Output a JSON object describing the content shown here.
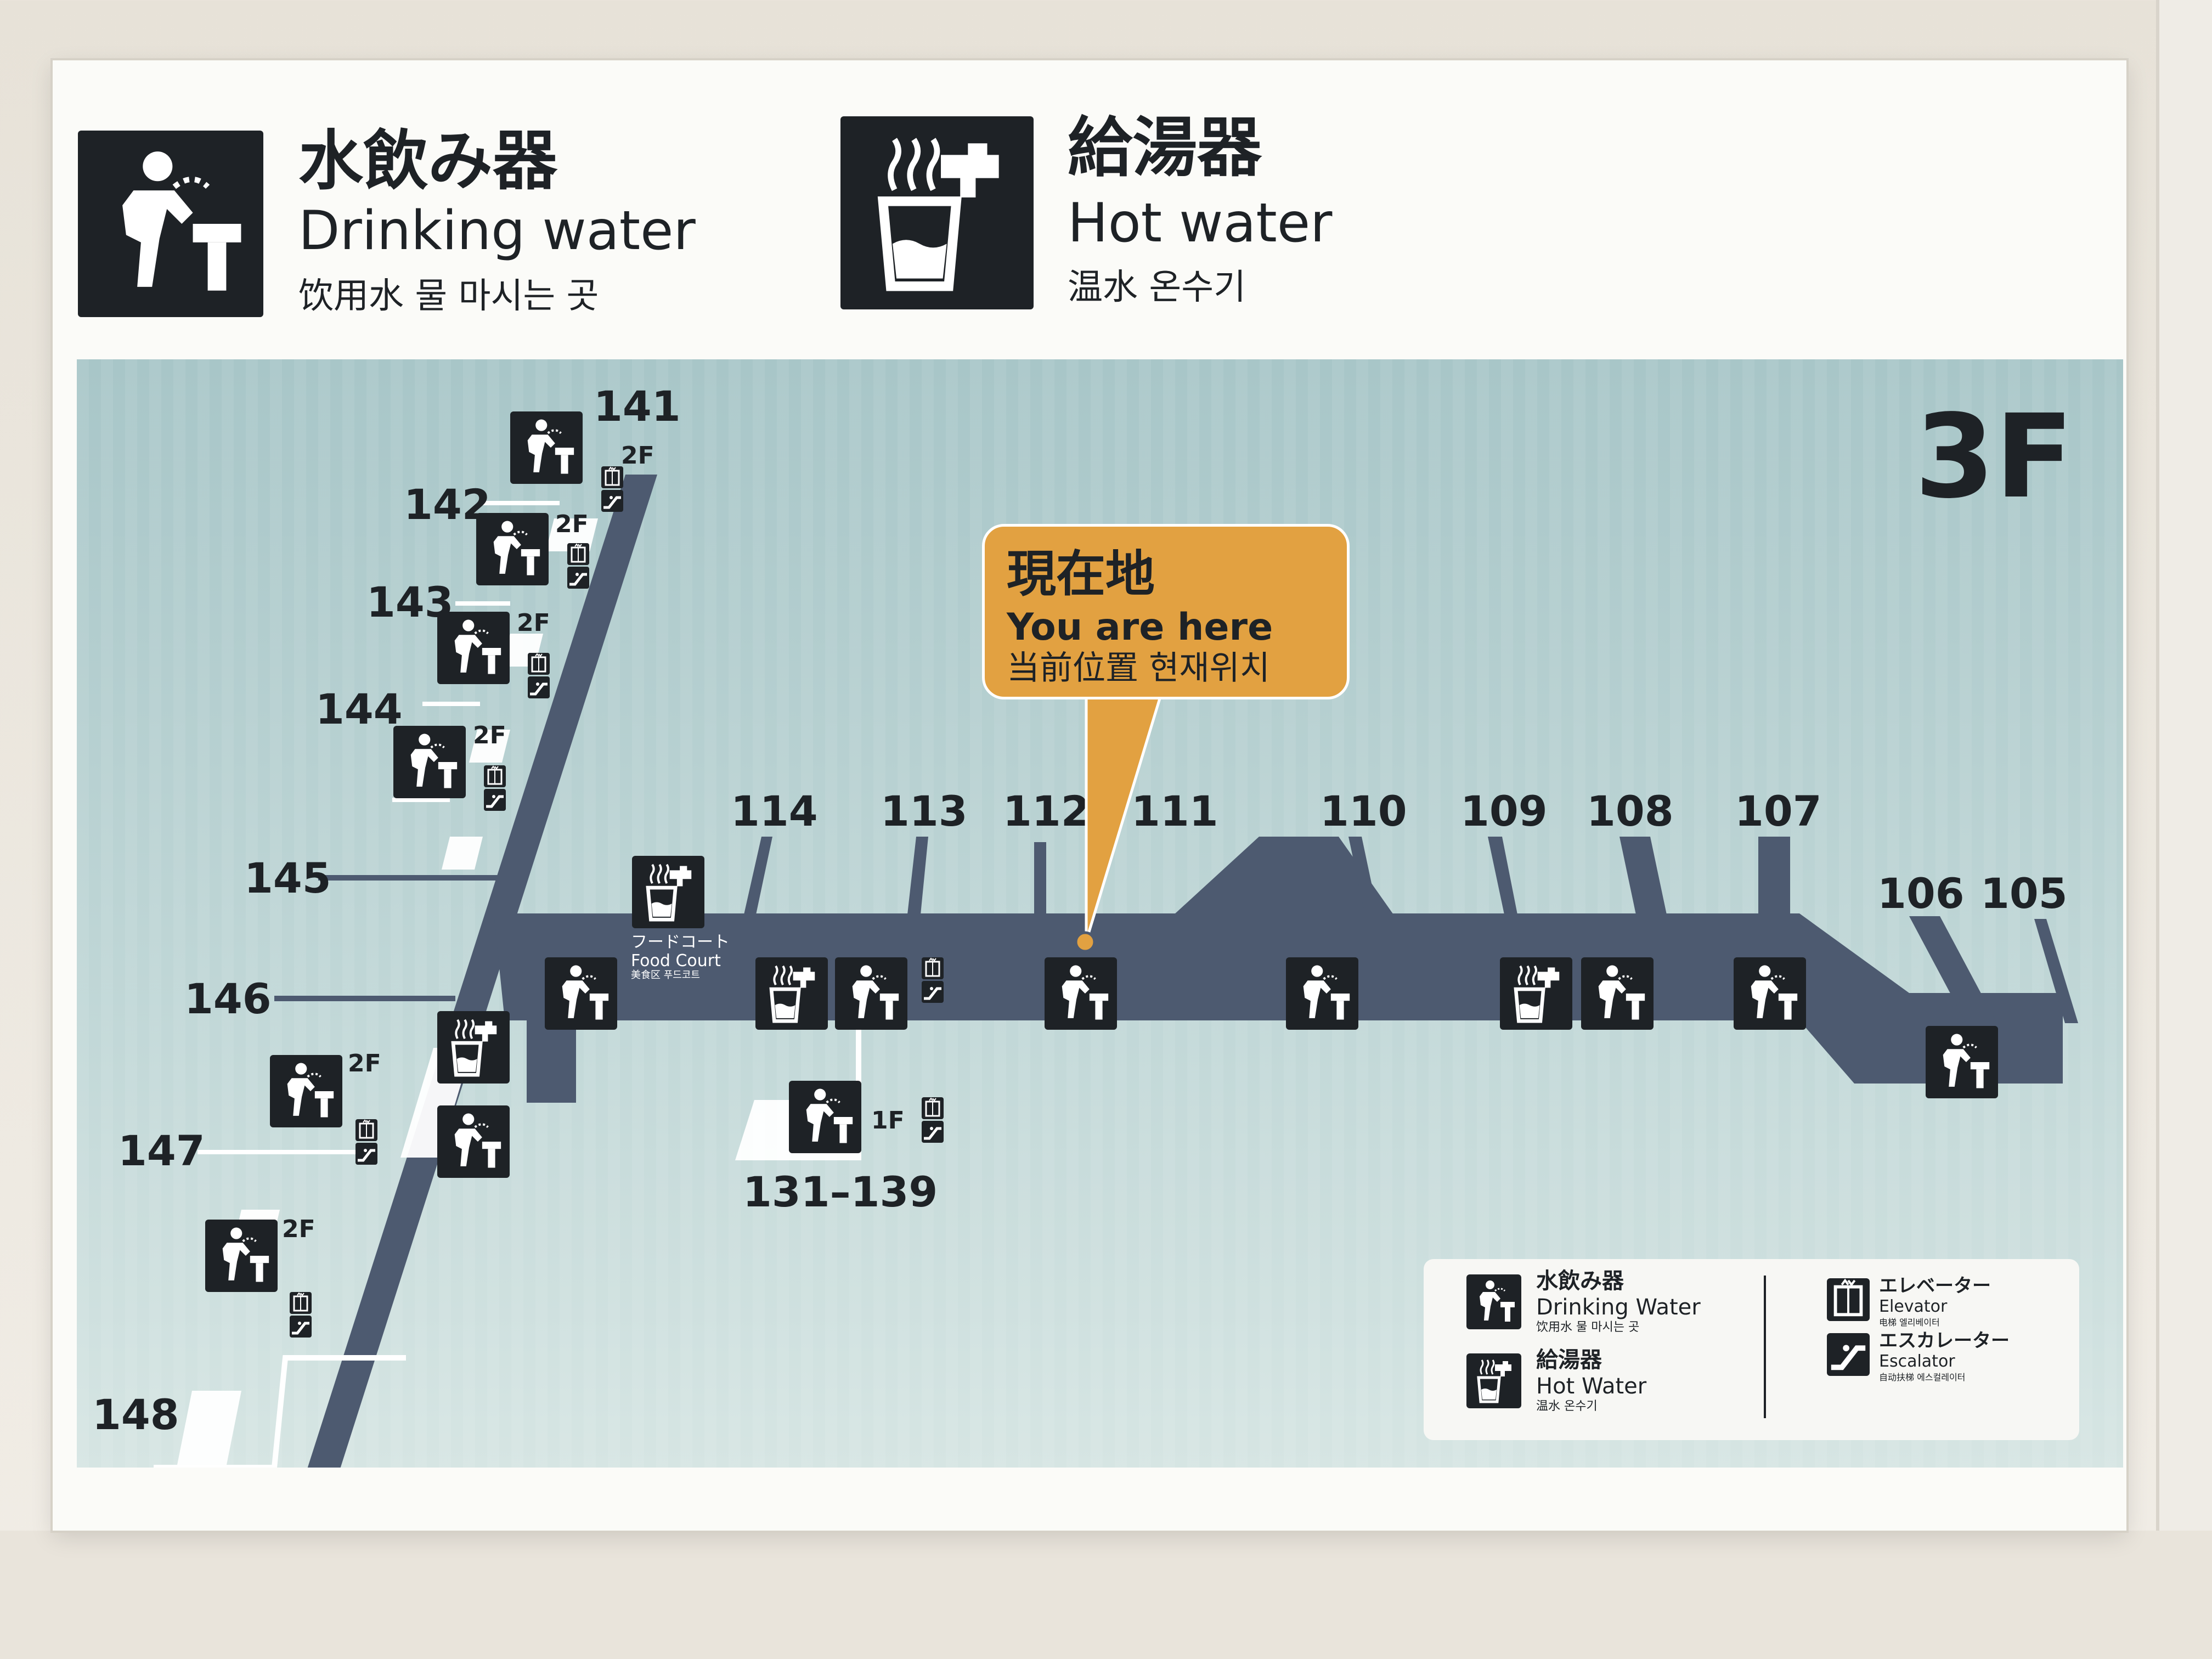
{
  "header": {
    "drinking": {
      "ja": "水飲み器",
      "en": "Drinking water",
      "zh_ko": "饮用水  물 마시는 곳",
      "icon": "drinking-fountain-icon"
    },
    "hot": {
      "ja": "給湯器",
      "en": "Hot water",
      "zh_ko": "温水  온수기",
      "icon": "hot-water-icon"
    }
  },
  "map": {
    "floor": "3F",
    "you_are_here": {
      "ja": "現在地",
      "en": "You are here",
      "zh_ko": "当前位置  현재위치"
    },
    "food_court": {
      "ja": "フードコート",
      "en": "Food Court",
      "zh_ko": "美食区  푸드코트"
    },
    "gates": {
      "g141": "141",
      "g142": "142",
      "g143": "143",
      "g144": "144",
      "g145": "145",
      "g146": "146",
      "g147": "147",
      "g148": "148",
      "g114": "114",
      "g113": "113",
      "g112": "112",
      "g111": "111",
      "g110": "110",
      "g109": "109",
      "g108": "108",
      "g107": "107",
      "g106": "106",
      "g105": "105",
      "g131": "131–139"
    },
    "floor_tags": {
      "f2": "2F",
      "f1": "1F"
    }
  },
  "legend": {
    "drinking": {
      "ja": "水飲み器",
      "en": "Drinking Water",
      "zh_ko": "饮用水  물 마시는 곳"
    },
    "hot": {
      "ja": "給湯器",
      "en": "Hot Water",
      "zh_ko": "温水  온수기"
    },
    "elevator": {
      "ja": "エレベーター",
      "en": "Elevator",
      "zh_ko": "电梯  엘리베이터"
    },
    "escalator": {
      "ja": "エスカレーター",
      "en": "Escalator",
      "zh_ko": "自动扶梯  에스컬레이터"
    }
  },
  "colors": {
    "background": "#a8c6c8",
    "corridor": "#4d5a70",
    "callout": "#e2a141",
    "ink": "#1e2226"
  }
}
